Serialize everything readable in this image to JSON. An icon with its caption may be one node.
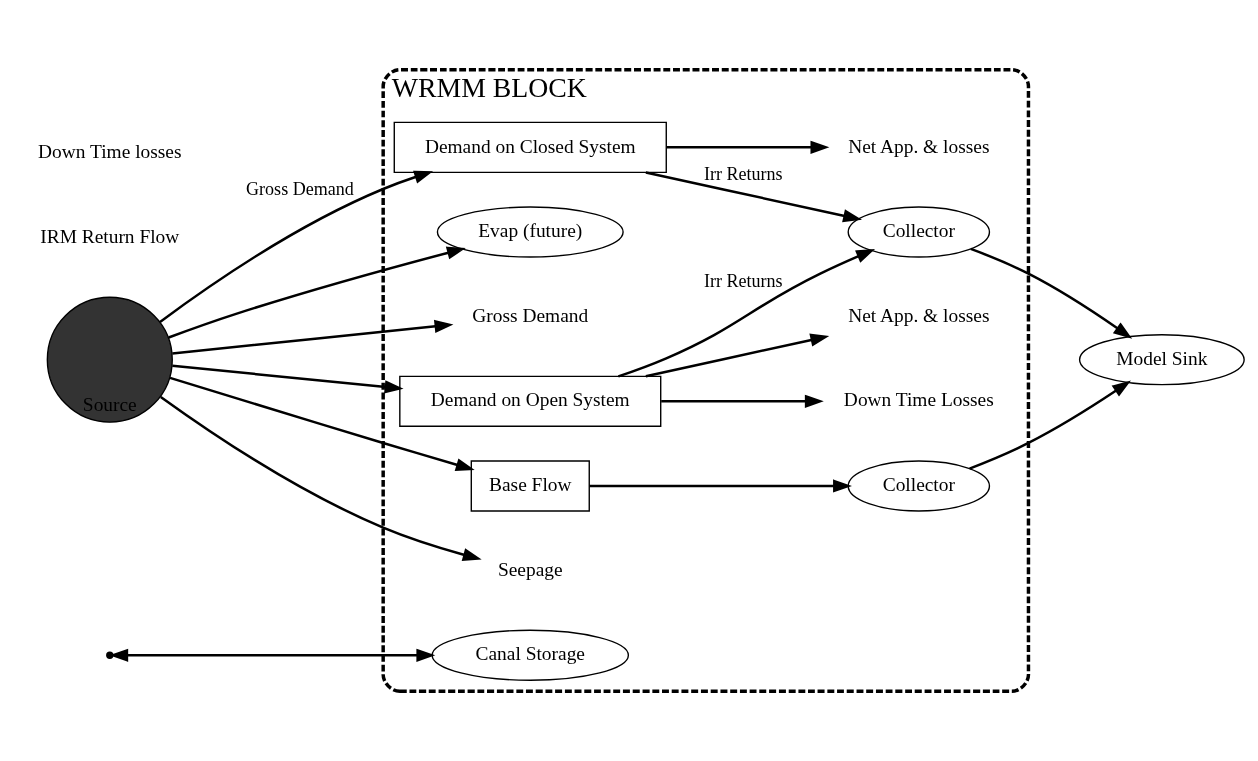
{
  "diagram": {
    "nodes": [
      {
        "text": [
          "WRMM BLOCK"
        ]
      },
      {
        "text": [
          "Source"
        ]
      },
      {
        "text": [
          "Canal Storage"
        ],
        "in": 0
      },
      {
        "text": [
          "Evap (future)"
        ],
        "in": 0
      },
      {
        "text": [
          "Gross Demand"
        ],
        "in": 0
      },
      {
        "text": [
          "Down Time Losses"
        ],
        "in": 0
      },
      {
        "text": [
          "Demand on Open System"
        ],
        "in": 0
      },
      {
        "text": [
          "Base Flow"
        ],
        "in": 0
      },
      {
        "text": [
          "Seepage"
        ],
        "in": 0
      },
      {
        "text": [
          "Demand on Closed System"
        ],
        "in": 0
      },
      {
        "text": [
          "Collector"
        ],
        "in": 0
      },
      {
        "text": [
          "Model Sink"
        ]
      },
      {
        "text": [
          "Net App. & losses"
        ],
        "in": 0
      },
      {
        "text": [
          "Net App. & losses"
        ],
        "in": 0
      },
      {
        "text": [
          "Collector"
        ],
        "in": 0
      }
    ],
    "edges": [
      {
        "from": 1,
        "to": 3,
        "arrow": "to"
      },
      {
        "from": 1,
        "to": 4,
        "arrow": "to"
      },
      {
        "from": null,
        "to": 2,
        "arrow": "both"
      },
      {
        "from": 1,
        "to": 6,
        "arrow": "to"
      },
      {
        "from": 6,
        "to": 5,
        "arrow": "to"
      },
      {
        "from": 1,
        "to": 9,
        "arrow": "to",
        "label": "Gross Demand"
      },
      {
        "from": 1,
        "to": 8,
        "arrow": "to"
      },
      {
        "from": 1,
        "to": 7,
        "arrow": "to"
      },
      {
        "from": 7,
        "to": 10,
        "arrow": "to"
      },
      {
        "from": 10,
        "to": 11,
        "arrow": "to"
      },
      {
        "from": 6,
        "to": 12,
        "arrow": "to"
      },
      {
        "from": 9,
        "to": 13,
        "arrow": "to"
      },
      {
        "from": 6,
        "to": 14,
        "arrow": "to",
        "label": "Irr Returns"
      },
      {
        "from": 9,
        "to": 14,
        "arrow": "to",
        "label": "Irr Returns"
      },
      {
        "from": 14,
        "to": 11,
        "arrow": "to"
      }
    ],
    "labels": [
      "IRM Return Flow",
      "Down Time losses"
    ]
  }
}
